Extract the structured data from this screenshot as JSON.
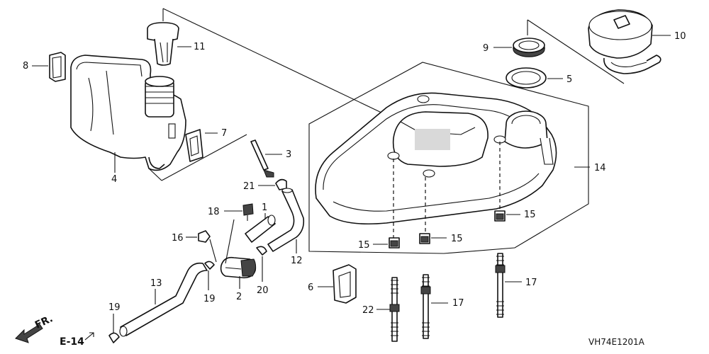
{
  "callouts": {
    "c1": "1",
    "c2": "2",
    "c3": "3",
    "c4": "4",
    "c5": "5",
    "c6": "6",
    "c7": "7",
    "c8": "8",
    "c9": "9",
    "c10": "10",
    "c11": "11",
    "c12": "12",
    "c13": "13",
    "c14": "14",
    "c15a": "15",
    "c15b": "15",
    "c15c": "15",
    "c16": "16",
    "c17a": "17",
    "c17b": "17",
    "c18": "18",
    "c19a": "19",
    "c19b": "19",
    "c20": "20",
    "c21": "21",
    "c22": "22"
  },
  "section_ref": "E-14",
  "front_indicator": "FR.",
  "diagram_code": "VH74E1201A"
}
